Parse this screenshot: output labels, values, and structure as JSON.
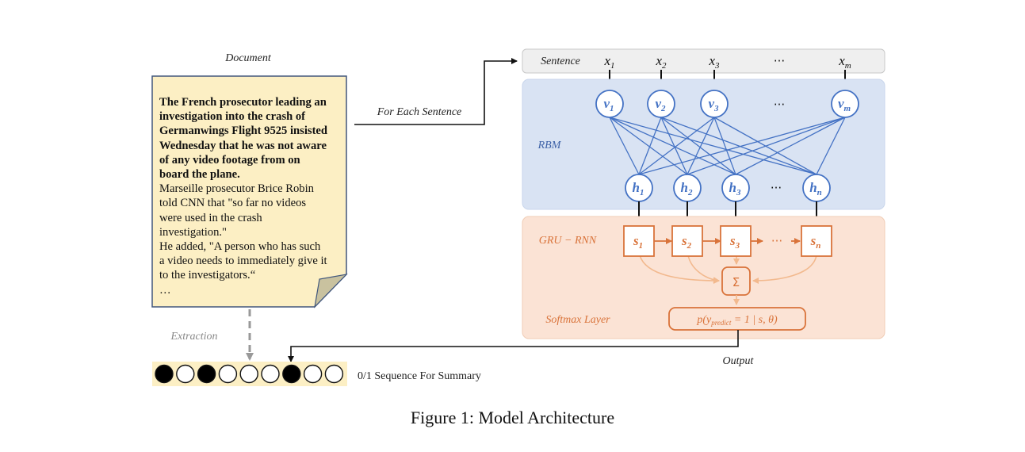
{
  "document": {
    "title": "Document",
    "bold_text": [
      "The French prosecutor leading an",
      "investigation into the crash of",
      "Germanwings Flight 9525 insisted",
      "Wednesday that he was not aware",
      "of any video footage from on",
      "board the plane."
    ],
    "body_text": [
      "Marseille prosecutor Brice Robin",
      "told CNN that \"so far no videos",
      "were used in the crash",
      "investigation.\"",
      "He added, \"A person who has such",
      "a video needs to immediately give it",
      "to the investigators.“",
      "…"
    ]
  },
  "labels": {
    "for_each_sentence": "For Each Sentence",
    "sentence": "Sentence",
    "rbm": "RBM",
    "gru_rnn": "GRU − RNN",
    "softmax": "Softmax Layer",
    "extraction": "Extraction",
    "output": "Output",
    "sequence": "0/1 Sequence For Summary",
    "dots": "···",
    "sum": "Σ",
    "softmax_formula_prefix": "p(y",
    "softmax_formula_sub": "predict",
    "softmax_formula_suffix": " = 1 | s, θ)"
  },
  "inputs": [
    {
      "sym": "x",
      "sub": "1"
    },
    {
      "sym": "x",
      "sub": "2"
    },
    {
      "sym": "x",
      "sub": "3"
    },
    {
      "sym": "x",
      "sub": "m"
    }
  ],
  "visible": [
    {
      "sym": "v",
      "sub": "1"
    },
    {
      "sym": "v",
      "sub": "2"
    },
    {
      "sym": "v",
      "sub": "3"
    },
    {
      "sym": "v",
      "sub": "m"
    }
  ],
  "hidden": [
    {
      "sym": "h",
      "sub": "1"
    },
    {
      "sym": "h",
      "sub": "2"
    },
    {
      "sym": "h",
      "sub": "3"
    },
    {
      "sym": "h",
      "sub": "n"
    }
  ],
  "states": [
    {
      "sym": "s",
      "sub": "1"
    },
    {
      "sym": "s",
      "sub": "2"
    },
    {
      "sym": "s",
      "sub": "3"
    },
    {
      "sym": "s",
      "sub": "n"
    }
  ],
  "sequence": [
    1,
    0,
    1,
    0,
    0,
    0,
    1,
    0,
    0
  ],
  "colors": {
    "doc_fill": "#fcefc4",
    "doc_stroke": "#41577d",
    "rbm_fill": "#d9e3f3",
    "rbm_stroke": "#4472c4",
    "gru_fill": "#fbe3d5",
    "gru_stroke": "#d9733a",
    "gru_light": "#f2b98e",
    "sentence_fill": "#efefef"
  },
  "caption": "Figure 1: Model Architecture"
}
